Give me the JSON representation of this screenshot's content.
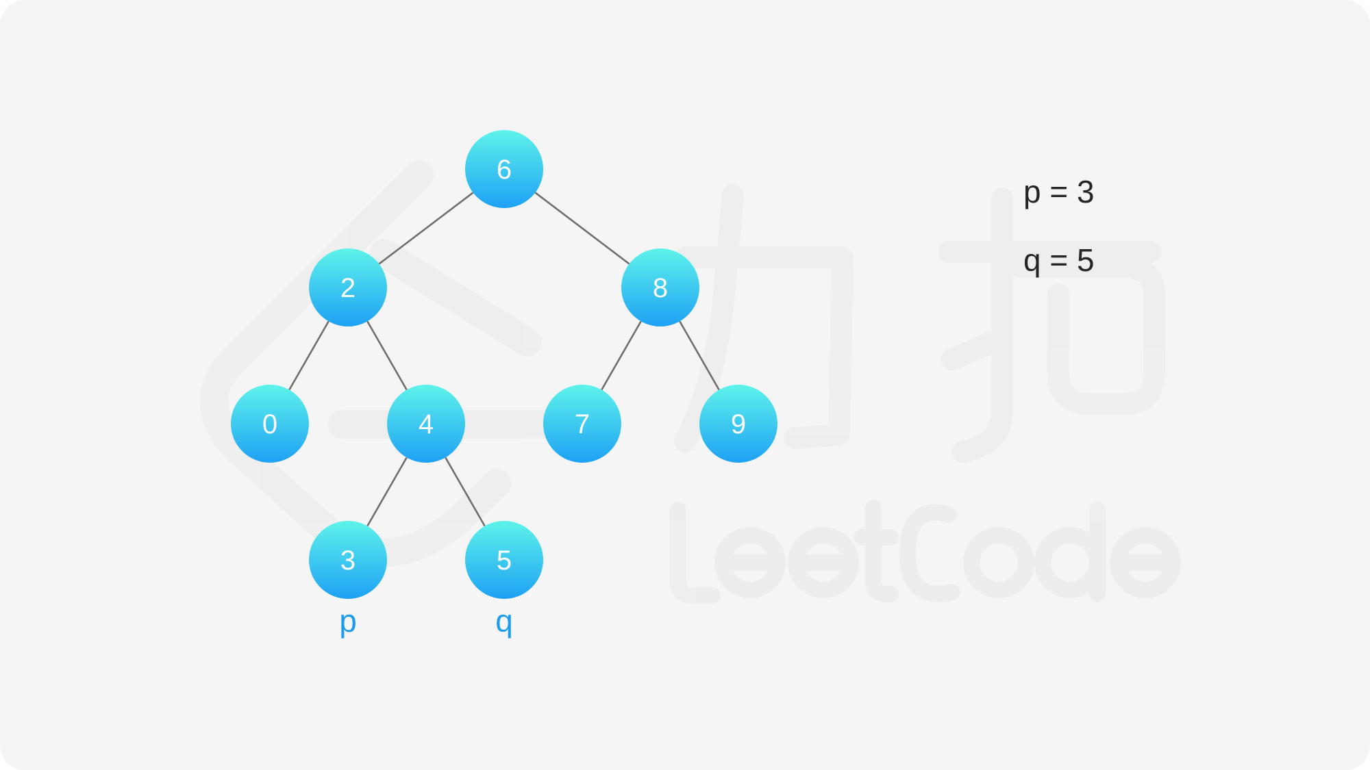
{
  "watermark": {
    "brand_text": "LeetCode",
    "logo_text": "力扣"
  },
  "tree": {
    "nodes": [
      {
        "id": "n6",
        "value": "6"
      },
      {
        "id": "n2",
        "value": "2"
      },
      {
        "id": "n8",
        "value": "8"
      },
      {
        "id": "n0",
        "value": "0"
      },
      {
        "id": "n4",
        "value": "4"
      },
      {
        "id": "n7",
        "value": "7"
      },
      {
        "id": "n9",
        "value": "9"
      },
      {
        "id": "n3",
        "value": "3"
      },
      {
        "id": "n5",
        "value": "5"
      }
    ],
    "edges": [
      [
        "n6",
        "n2"
      ],
      [
        "n6",
        "n8"
      ],
      [
        "n2",
        "n0"
      ],
      [
        "n2",
        "n4"
      ],
      [
        "n8",
        "n7"
      ],
      [
        "n8",
        "n9"
      ],
      [
        "n4",
        "n3"
      ],
      [
        "n4",
        "n5"
      ]
    ],
    "markers": [
      {
        "node": "n3",
        "label": "p"
      },
      {
        "node": "n5",
        "label": "q"
      }
    ]
  },
  "params": {
    "p_line": "p = 3",
    "q_line": "q = 5"
  },
  "colors": {
    "node_top": "#5ef3ea",
    "node_bottom": "#1ea1f4",
    "edge": "#6e6e6e",
    "marker_text": "#1c9cea",
    "param_text": "#262626",
    "background": "#f5f5f5"
  }
}
